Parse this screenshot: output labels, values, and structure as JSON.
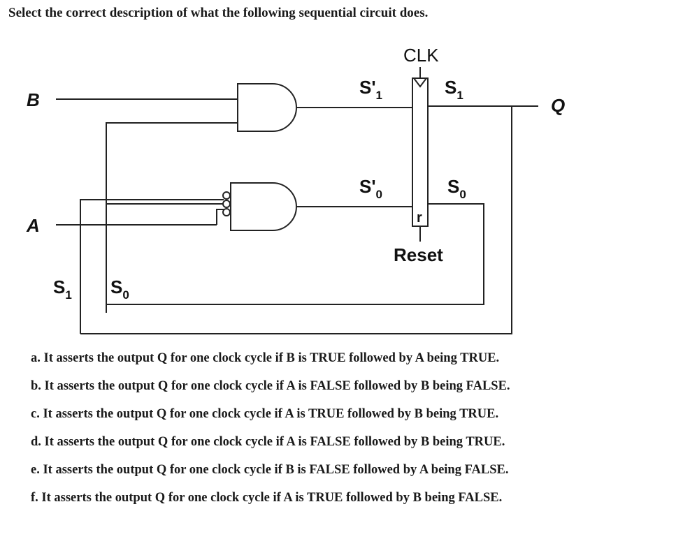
{
  "question": "Select the correct description of what the following sequential circuit does.",
  "diagram": {
    "clk_label": "CLK",
    "reset_label": "Reset",
    "r_label": "r",
    "input_b": "B",
    "input_a": "A",
    "output_q": "Q",
    "s1_next": {
      "base": "S'",
      "sub": "1"
    },
    "s0_next": {
      "base": "S'",
      "sub": "0"
    },
    "s1_state": {
      "base": "S",
      "sub": "1"
    },
    "s0_state": {
      "base": "S",
      "sub": "0"
    },
    "s1_feedback": {
      "base": "S",
      "sub": "1"
    },
    "s0_feedback": {
      "base": "S",
      "sub": "0"
    }
  },
  "options": [
    "a. It asserts the output Q for one clock cycle if B is TRUE followed by A being TRUE.",
    "b. It asserts the output Q for one clock cycle if A is FALSE followed by B being FALSE.",
    "c. It asserts the output Q for one clock cycle if A is TRUE followed by B being TRUE.",
    "d. It asserts the output Q for one clock cycle if A is FALSE followed by B being TRUE.",
    "e. It asserts the output Q for one clock cycle if B is FALSE followed by A being FALSE.",
    "f. It asserts the output Q for one clock cycle if A is TRUE followed by B being FALSE."
  ]
}
